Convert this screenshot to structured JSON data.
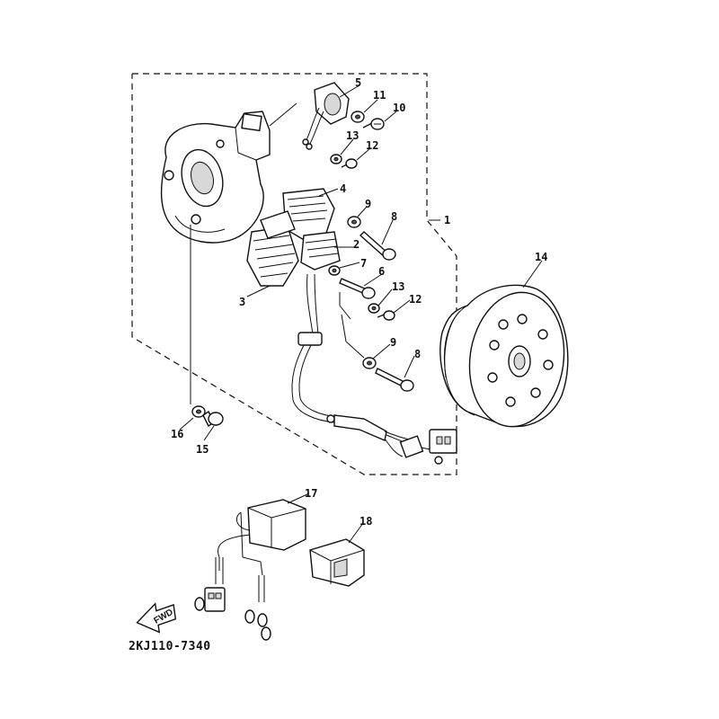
{
  "diagram": {
    "code": "2KJ110-7340",
    "fwd_label": "FWD",
    "callouts": {
      "c1": "1",
      "c2": "2",
      "c3": "3",
      "c4": "4",
      "c5": "5",
      "c6": "6",
      "c7": "7",
      "c8a": "8",
      "c8b": "8",
      "c9a": "9",
      "c9b": "9",
      "c10": "10",
      "c11": "11",
      "c12a": "12",
      "c12b": "12",
      "c13a": "13",
      "c13b": "13",
      "c14": "14",
      "c15": "15",
      "c16": "16",
      "c17": "17",
      "c18": "18"
    }
  }
}
